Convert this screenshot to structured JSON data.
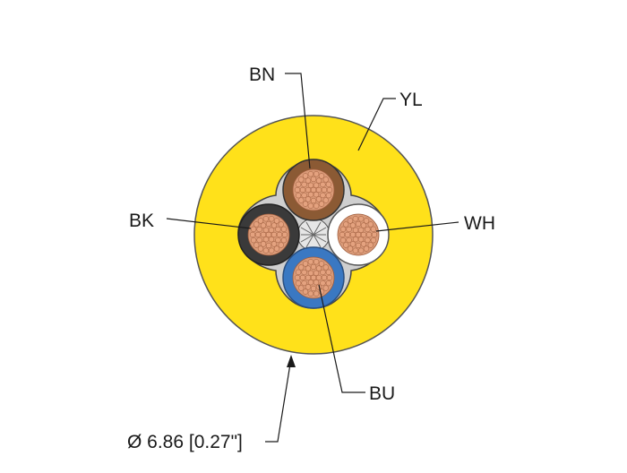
{
  "labels": {
    "bn": "BN",
    "yl": "YL",
    "bk": "BK",
    "wh": "WH",
    "bu": "BU",
    "diameter": "Ø 6.86 [0.27\"]"
  },
  "colors": {
    "jacket": "#ffe11a",
    "brown": "#8b5a34",
    "white": "#ffffff",
    "black": "#3a3a3a",
    "blue": "#3a78c2",
    "copper": "#e4a27f",
    "copper_edge": "#9c5a3a",
    "leader": "#1a1a1a"
  }
}
